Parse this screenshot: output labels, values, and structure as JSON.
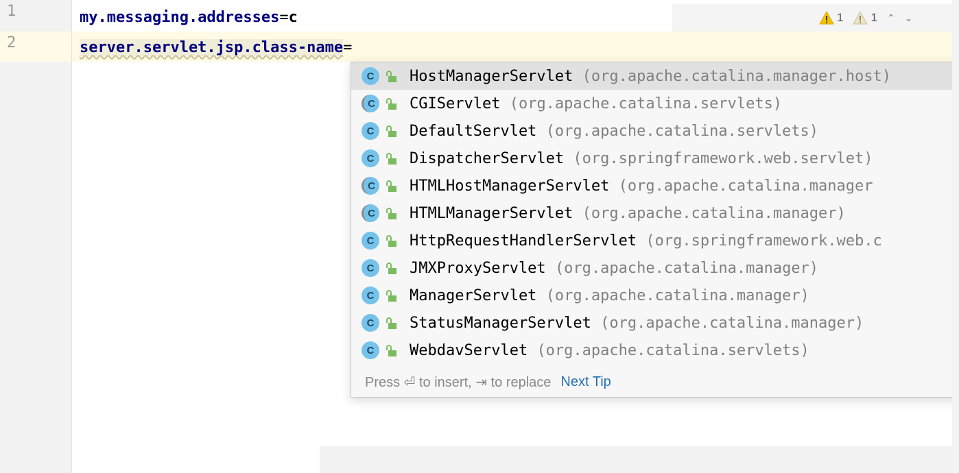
{
  "editor": {
    "lines": [
      {
        "number": "1",
        "key": "my.messaging.addresses",
        "sep": "=",
        "value": "c"
      },
      {
        "number": "2",
        "key": "server.servlet.jsp.class-name",
        "sep": "=",
        "value": ""
      }
    ]
  },
  "inspections": {
    "warnings_count": "1",
    "weak_warnings_count": "1",
    "up_icon": "chevron-up-icon",
    "down_icon": "chevron-down-icon"
  },
  "completion": {
    "items": [
      {
        "name": "HostManagerServlet",
        "pkg": "(org.apache.catalina.manager.host)",
        "selected": true,
        "abstract": false
      },
      {
        "name": "CGIServlet",
        "pkg": "(org.apache.catalina.servlets)",
        "selected": false,
        "abstract": true
      },
      {
        "name": "DefaultServlet",
        "pkg": "(org.apache.catalina.servlets)",
        "selected": false,
        "abstract": false
      },
      {
        "name": "DispatcherServlet",
        "pkg": "(org.springframework.web.servlet)",
        "selected": false,
        "abstract": false
      },
      {
        "name": "HTMLHostManagerServlet",
        "pkg": "(org.apache.catalina.manager",
        "selected": false,
        "abstract": true
      },
      {
        "name": "HTMLManagerServlet",
        "pkg": "(org.apache.catalina.manager)",
        "selected": false,
        "abstract": true
      },
      {
        "name": "HttpRequestHandlerServlet",
        "pkg": "(org.springframework.web.c",
        "selected": false,
        "abstract": false
      },
      {
        "name": "JMXProxyServlet",
        "pkg": "(org.apache.catalina.manager)",
        "selected": false,
        "abstract": false
      },
      {
        "name": "ManagerServlet",
        "pkg": "(org.apache.catalina.manager)",
        "selected": false,
        "abstract": false
      },
      {
        "name": "StatusManagerServlet",
        "pkg": "(org.apache.catalina.manager)",
        "selected": false,
        "abstract": false
      },
      {
        "name": "WebdavServlet",
        "pkg": "(org.apache.catalina.servlets)",
        "selected": false,
        "abstract": false
      }
    ],
    "class_icon_letter": "C",
    "footer_text": "Press ⏎ to insert, ⇥ to replace",
    "next_tip": "Next Tip"
  },
  "colors": {
    "class_icon": "#75c2ea",
    "public_lock": "#7cbb5f",
    "warning": "#f4c400",
    "link": "#2470b3"
  }
}
